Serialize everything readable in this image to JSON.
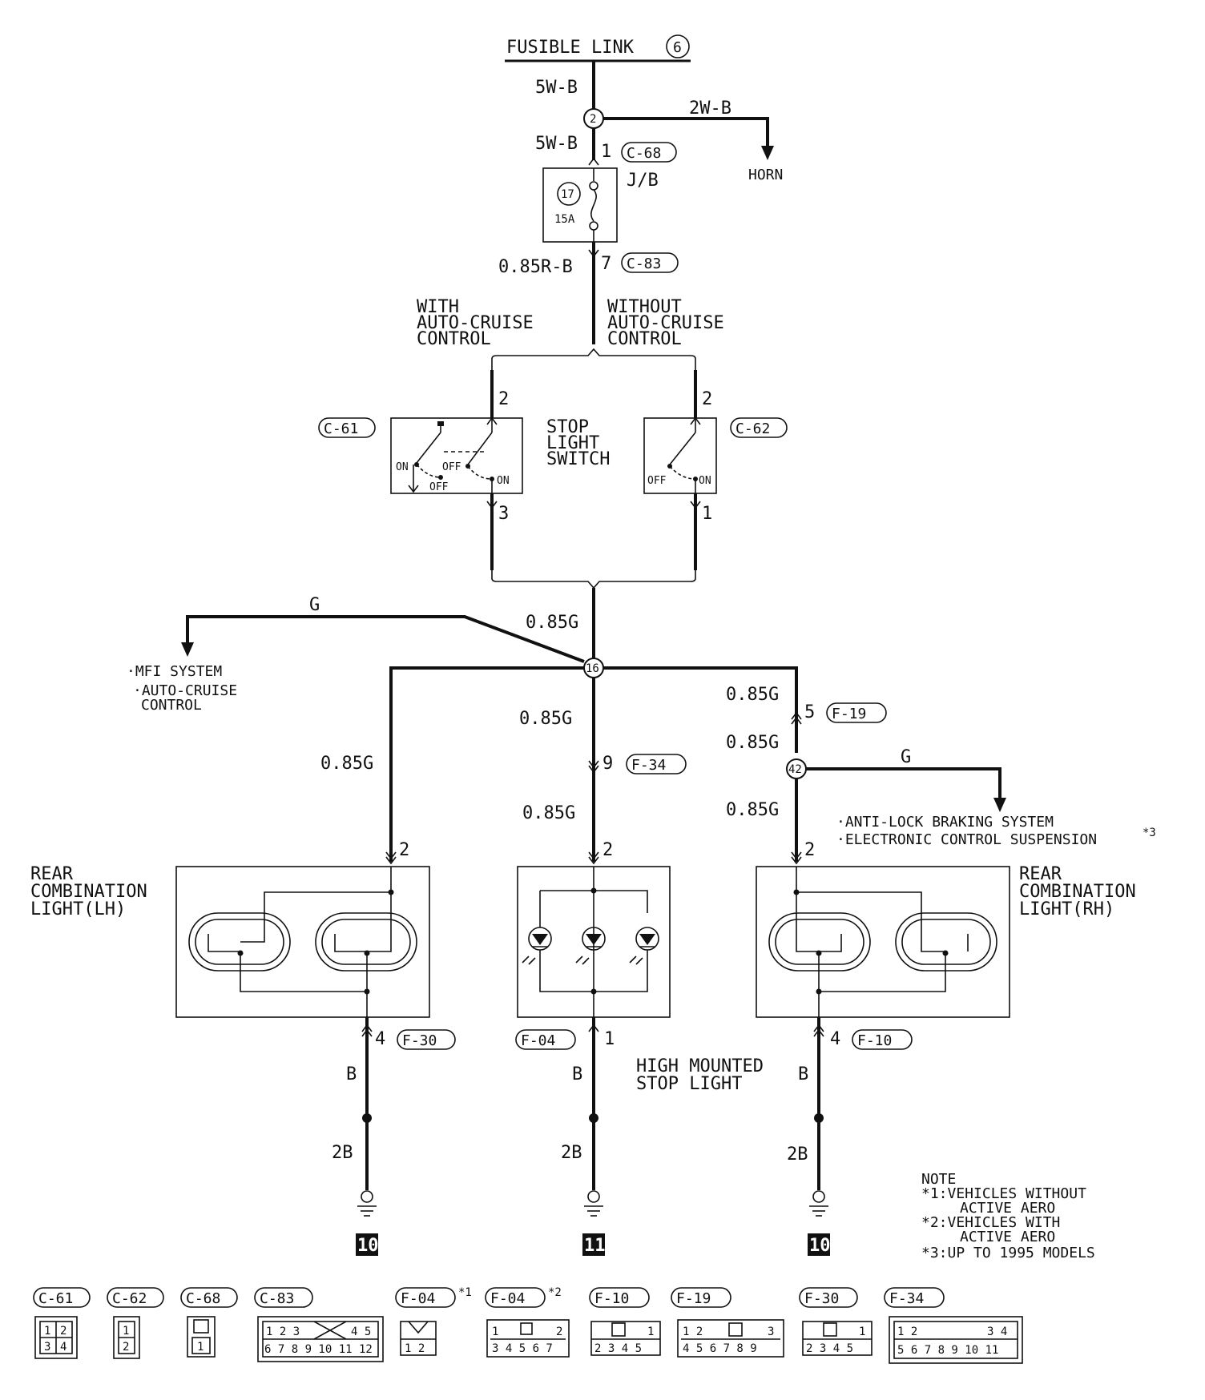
{
  "top": {
    "fusible_link": "FUSIBLE LINK",
    "fusible_num": "6"
  },
  "wires": {
    "w5wb_a": "5W-B",
    "w2wb": "2W-B",
    "w5wb_b": "5W-B",
    "w085rb": "0.85R-B",
    "w085g_main": "0.85G",
    "g_mfi": "G",
    "w085g_lh": "0.85G",
    "w085g_c1": "0.85G",
    "w085g_c2": "0.85G",
    "w085g_r1": "0.85G",
    "w085g_r2": "0.85G",
    "w085g_r3": "0.85G",
    "g_abs": "G",
    "b_lh": "B",
    "b_c": "B",
    "b_rh": "B",
    "b2_lh": "2B",
    "b2_c": "2B",
    "b2_rh": "2B"
  },
  "junctions": {
    "j2": "2",
    "j16": "16",
    "j42": "42"
  },
  "connectors": {
    "c68": "C-68",
    "c83": "C-83",
    "c61": "C-61",
    "c62": "C-62",
    "f19": "F-19",
    "f34": "F-34",
    "f30": "F-30",
    "f04": "F-04",
    "f10": "F-10"
  },
  "pins": {
    "p1_c68": "1",
    "p7_c83": "7",
    "p2_c61": "2",
    "p3_c61": "3",
    "p2_c62": "2",
    "p1_c62": "1",
    "p5_f19": "5",
    "p9_f34": "9",
    "p2_lh": "2",
    "p2_c": "2",
    "p2_rh": "2",
    "p4_lh": "4",
    "p1_c": "1",
    "p4_rh": "4"
  },
  "labels": {
    "horn": "HORN",
    "jb": "J/B",
    "fuse_num": "17",
    "fuse_amp": "15A",
    "with_cruise": [
      "WITH",
      "AUTO-CRUISE",
      "CONTROL"
    ],
    "without_cruise": [
      "WITHOUT",
      "AUTO-CRUISE",
      "CONTROL"
    ],
    "stop_switch": [
      "STOP",
      "LIGHT",
      "SWITCH"
    ],
    "on": "ON",
    "off": "OFF",
    "mfi": "·MFI SYSTEM",
    "auto_cruise": "·AUTO-CRUISE",
    "control": "CONTROL",
    "abs": "·ANTI-LOCK BRAKING SYSTEM",
    "ecs": "·ELECTRONIC CONTROL SUSPENSION",
    "ecs_mark": "*3",
    "rear_lh": [
      "REAR",
      "COMBINATION",
      "LIGHT(LH)"
    ],
    "rear_rh": [
      "REAR",
      "COMBINATION",
      "LIGHT(RH)"
    ],
    "hmsl": [
      "HIGH MOUNTED",
      "STOP LIGHT"
    ],
    "ground_lh": "10",
    "ground_c": "11",
    "ground_rh": "10"
  },
  "note": {
    "title": "NOTE",
    "n1": "*1:VEHICLES WITHOUT",
    "n1b": "ACTIVE AERO",
    "n2": "*2:VEHICLES WITH",
    "n2b": "ACTIVE AERO",
    "n3": "*3:UP TO 1995 MODELS"
  },
  "legend": {
    "c61": "C-61",
    "c62": "C-62",
    "c68": "C-68",
    "c83": "C-83",
    "f04a": "F-04",
    "f04a_mark": "*1",
    "f04b": "F-04",
    "f04b_mark": "*2",
    "f10": "F-10",
    "f19": "F-19",
    "f30": "F-30",
    "f34": "F-34"
  }
}
